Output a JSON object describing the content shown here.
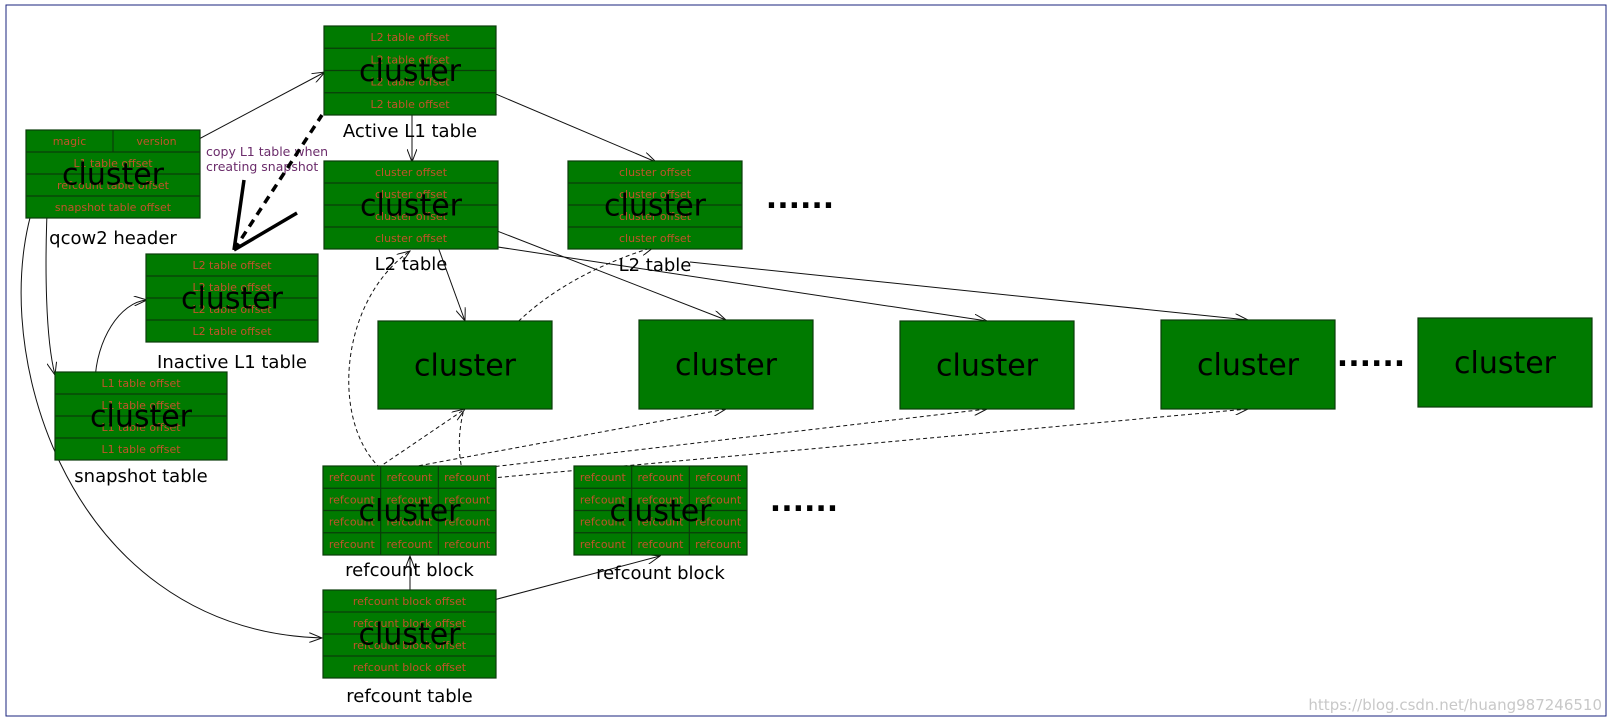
{
  "cluster_label": "cluster",
  "ellipsis": "......",
  "note": [
    "copy L1 table when",
    "creating snapshot"
  ],
  "watermark": "https://blog.csdn.net/huang987246510",
  "tables": {
    "qcow2_header": {
      "caption": "qcow2 header",
      "rows": [
        [
          "magic",
          "version"
        ],
        [
          "L1 table offset"
        ],
        [
          "refcount table offset"
        ],
        [
          "snapshot table offset"
        ]
      ]
    },
    "active_l1": {
      "caption": "Active L1 table",
      "rows": [
        [
          "L2 table offset"
        ],
        [
          "L2 table offset"
        ],
        [
          "L2 table offset"
        ],
        [
          "L2 table offset"
        ]
      ]
    },
    "inactive_l1": {
      "caption": "Inactive L1 table",
      "rows": [
        [
          "L2 table offset"
        ],
        [
          "L2 table offset"
        ],
        [
          "L2 table offset"
        ],
        [
          "L2 table offset"
        ]
      ]
    },
    "snapshot_table": {
      "caption": "snapshot table",
      "rows": [
        [
          "L1 table offset"
        ],
        [
          "L1 table offset"
        ],
        [
          "L1 table offset"
        ],
        [
          "L1 table offset"
        ]
      ]
    },
    "l2_table_1": {
      "caption": "L2 table",
      "rows": [
        [
          "cluster offset"
        ],
        [
          "cluster offset"
        ],
        [
          "cluster offset"
        ],
        [
          "cluster offset"
        ]
      ]
    },
    "l2_table_2": {
      "caption": "L2 table",
      "rows": [
        [
          "cluster offset"
        ],
        [
          "cluster offset"
        ],
        [
          "cluster offset"
        ],
        [
          "cluster offset"
        ]
      ]
    },
    "refcount_block_1": {
      "caption": "refcount block",
      "rows": [
        [
          "refcount",
          "refcount",
          "refcount"
        ],
        [
          "refcount",
          "refcount",
          "refcount"
        ],
        [
          "refcount",
          "refcount",
          "refcount"
        ],
        [
          "refcount",
          "refcount",
          "refcount"
        ]
      ]
    },
    "refcount_block_2": {
      "caption": "refcount block",
      "rows": [
        [
          "refcount",
          "refcount",
          "refcount"
        ],
        [
          "refcount",
          "refcount",
          "refcount"
        ],
        [
          "refcount",
          "refcount",
          "refcount"
        ],
        [
          "refcount",
          "refcount",
          "refcount"
        ]
      ]
    },
    "refcount_table": {
      "caption": "refcount table",
      "rows": [
        [
          "refcount block offset"
        ],
        [
          "refcount block offset"
        ],
        [
          "refcount block offset"
        ],
        [
          "refcount block offset"
        ]
      ]
    }
  }
}
